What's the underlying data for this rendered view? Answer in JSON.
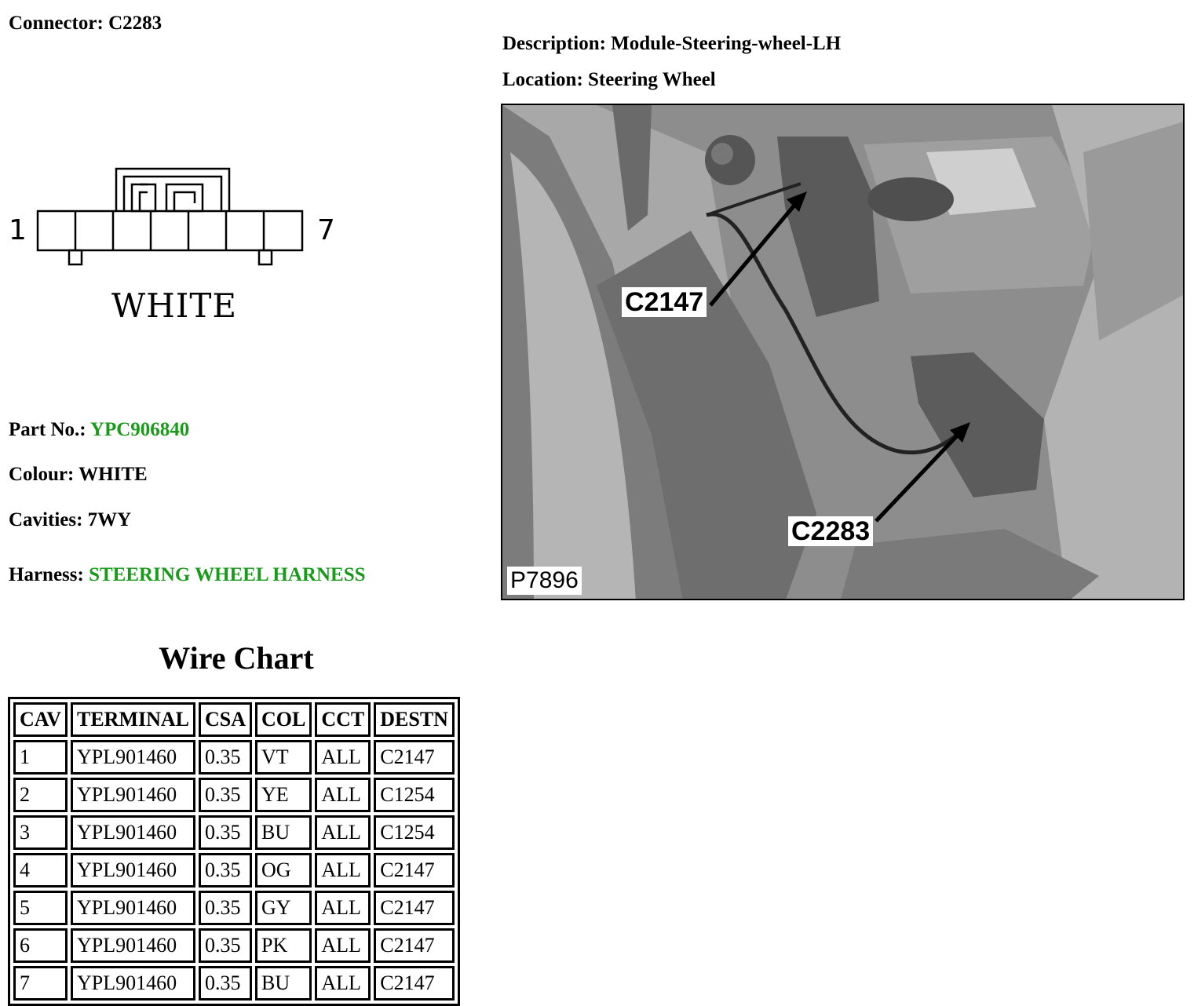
{
  "connector": {
    "label": "Connector:",
    "value": "C2283"
  },
  "description": {
    "label": "Description:",
    "value": "Module-Steering-wheel-LH"
  },
  "location": {
    "label": "Location:",
    "value": "Steering Wheel"
  },
  "diagram": {
    "pin_first": "1",
    "pin_last": "7",
    "colour": "WHITE"
  },
  "photo": {
    "callout_top": "C2147",
    "callout_bottom": "C2283",
    "ref_code": "P7896"
  },
  "details": {
    "part_no_label": "Part No.:",
    "part_no": "YPC906840",
    "colour_label": "Colour:",
    "colour": "WHITE",
    "cavities_label": "Cavities:",
    "cavities": "7WY",
    "harness_label": "Harness:",
    "harness": "STEERING WHEEL HARNESS"
  },
  "wire_chart": {
    "title": "Wire Chart",
    "headers": [
      "CAV",
      "TERMINAL",
      "CSA",
      "COL",
      "CCT",
      "DESTN"
    ],
    "rows": [
      [
        "1",
        "YPL901460",
        "0.35",
        "VT",
        "ALL",
        "C2147"
      ],
      [
        "2",
        "YPL901460",
        "0.35",
        "YE",
        "ALL",
        "C1254"
      ],
      [
        "3",
        "YPL901460",
        "0.35",
        "BU",
        "ALL",
        "C1254"
      ],
      [
        "4",
        "YPL901460",
        "0.35",
        "OG",
        "ALL",
        "C2147"
      ],
      [
        "5",
        "YPL901460",
        "0.35",
        "GY",
        "ALL",
        "C2147"
      ],
      [
        "6",
        "YPL901460",
        "0.35",
        "PK",
        "ALL",
        "C2147"
      ],
      [
        "7",
        "YPL901460",
        "0.35",
        "BU",
        "ALL",
        "C2147"
      ]
    ]
  },
  "colors": {
    "link_green": "#1a9a1a"
  }
}
